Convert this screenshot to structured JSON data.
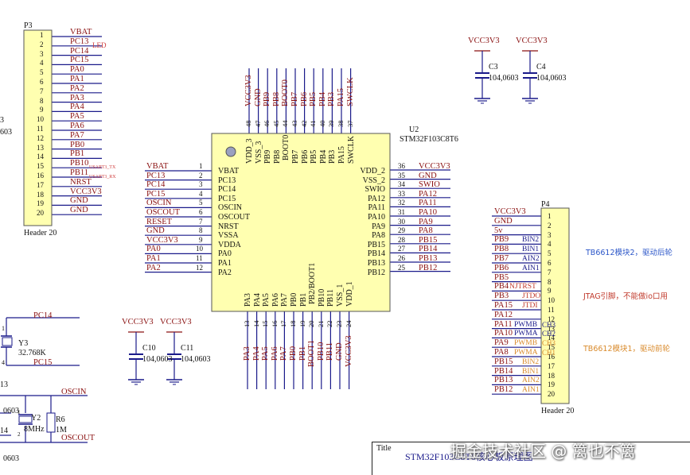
{
  "p3": {
    "designator": "P3",
    "footer": "Header 20",
    "pins": [
      "1",
      "2",
      "3",
      "4",
      "5",
      "6",
      "7",
      "8",
      "9",
      "10",
      "11",
      "12",
      "13",
      "14",
      "15",
      "16",
      "17",
      "18",
      "19",
      "20"
    ],
    "nets": [
      "VBAT",
      "PC13",
      "PC14",
      "PC15",
      "PA0",
      "PA1",
      "PA2",
      "PA3",
      "PA4",
      "PA5",
      "PA6",
      "PA7",
      "PB0",
      "PB1",
      "PB10",
      "PB11",
      "NRST",
      "VCC3V3",
      "GND",
      "GND"
    ],
    "led_tag": "LED",
    "uart_tx": "USART3_TX",
    "uart_rx": "USART3_RX"
  },
  "left_edge": {
    "a": "3",
    "b": "603"
  },
  "u2": {
    "designator": "U2",
    "part": "STM32F103C8T6",
    "left_pins": [
      {
        "num": "1",
        "name": "VBAT",
        "net": "VBAT"
      },
      {
        "num": "2",
        "name": "PC13",
        "net": "PC13"
      },
      {
        "num": "3",
        "name": "PC14",
        "net": "PC14"
      },
      {
        "num": "4",
        "name": "PC15",
        "net": "PC15"
      },
      {
        "num": "5",
        "name": "OSCIN",
        "net": "OSCIN"
      },
      {
        "num": "6",
        "name": "OSCOUT",
        "net": "OSCOUT"
      },
      {
        "num": "7",
        "name": "NRST",
        "net": "RESET"
      },
      {
        "num": "8",
        "name": "VSSA",
        "net": "GND"
      },
      {
        "num": "9",
        "name": "VDDA",
        "net": "VCC3V3"
      },
      {
        "num": "10",
        "name": "PA0",
        "net": "PA0"
      },
      {
        "num": "11",
        "name": "PA1",
        "net": "PA1"
      },
      {
        "num": "12",
        "name": "PA2",
        "net": "PA2"
      }
    ],
    "right_pins": [
      {
        "num": "36",
        "name": "VDD_2",
        "net": "VCC3V3"
      },
      {
        "num": "35",
        "name": "VSS_2",
        "net": "GND"
      },
      {
        "num": "34",
        "name": "SWIO",
        "net": "SWIO"
      },
      {
        "num": "33",
        "name": "PA12",
        "net": "PA12"
      },
      {
        "num": "32",
        "name": "PA11",
        "net": "PA11"
      },
      {
        "num": "31",
        "name": "PA10",
        "net": "PA10"
      },
      {
        "num": "30",
        "name": "PA9",
        "net": "PA9"
      },
      {
        "num": "29",
        "name": "PA8",
        "net": "PA8"
      },
      {
        "num": "28",
        "name": "PB15",
        "net": "PB15"
      },
      {
        "num": "27",
        "name": "PB14",
        "net": "PB14"
      },
      {
        "num": "26",
        "name": "PB13",
        "net": "PB13"
      },
      {
        "num": "25",
        "name": "PB12",
        "net": "PB12"
      }
    ],
    "top_pins": [
      {
        "num": "48",
        "name": "VDD_3",
        "net": "VCC3V3"
      },
      {
        "num": "47",
        "name": "VSS_3",
        "net": "GND"
      },
      {
        "num": "46",
        "name": "PB9",
        "net": "PB9"
      },
      {
        "num": "45",
        "name": "PB8",
        "net": "PB8"
      },
      {
        "num": "44",
        "name": "BOOT0",
        "net": "BOOT0"
      },
      {
        "num": "43",
        "name": "PB7",
        "net": "PB7"
      },
      {
        "num": "42",
        "name": "PB6",
        "net": "PB6"
      },
      {
        "num": "41",
        "name": "PB5",
        "net": "PB5"
      },
      {
        "num": "40",
        "name": "PB4",
        "net": "PB4"
      },
      {
        "num": "39",
        "name": "PB3",
        "net": "PB3"
      },
      {
        "num": "38",
        "name": "PA15",
        "net": "PA15"
      },
      {
        "num": "37",
        "name": "SWCLK",
        "net": "SWCLK"
      }
    ],
    "bottom_pins": [
      {
        "num": "13",
        "name": "PA3",
        "net": "PA3"
      },
      {
        "num": "14",
        "name": "PA4",
        "net": "PA4"
      },
      {
        "num": "15",
        "name": "PA5",
        "net": "PA5"
      },
      {
        "num": "16",
        "name": "PA6",
        "net": "PA6"
      },
      {
        "num": "17",
        "name": "PA7",
        "net": "PA7"
      },
      {
        "num": "18",
        "name": "PB0",
        "net": "PB0"
      },
      {
        "num": "19",
        "name": "PB1",
        "net": "PB1"
      },
      {
        "num": "20",
        "name": "PB2/BOOT1",
        "net": "BOOT1"
      },
      {
        "num": "21",
        "name": "PB10",
        "net": "PB10"
      },
      {
        "num": "22",
        "name": "PB11",
        "net": "PB11"
      },
      {
        "num": "23",
        "name": "VSS_1",
        "net": "GND"
      },
      {
        "num": "24",
        "name": "VDD_1",
        "net": "VCC3V3"
      }
    ]
  },
  "caps": [
    {
      "ref": "C3",
      "value": "104,0603",
      "rail": "VCC3V3"
    },
    {
      "ref": "C4",
      "value": "104,0603",
      "rail": "VCC3V3"
    },
    {
      "ref": "C10",
      "value": "104,0603",
      "rail": "VCC3V3"
    },
    {
      "ref": "C11",
      "value": "104,0603",
      "rail": "VCC3V3"
    }
  ],
  "p4": {
    "designator": "P4",
    "footer": "Header 20",
    "pins": [
      "1",
      "2",
      "3",
      "4",
      "5",
      "6",
      "7",
      "8",
      "9",
      "10",
      "11",
      "12",
      "13",
      "14",
      "15",
      "16",
      "17",
      "18",
      "19",
      "20"
    ],
    "nets": [
      "VCC3V3",
      "GND",
      "5v",
      "PB9",
      "PB8",
      "PB7",
      "PB6",
      "PB5",
      "PB4",
      "PB3",
      "PA15",
      "PA12",
      "PA11",
      "PA10",
      "PA9",
      "PA8",
      "PB15",
      "PB14",
      "PB13",
      "PB12"
    ],
    "funcs": [
      "",
      "",
      "",
      "BIN2",
      "BIN1",
      "AIN2",
      "AIN1",
      "",
      "NJTRST",
      "JTDO",
      "JTDI",
      "",
      "PWMB",
      "PWMA",
      "PWMB",
      "PWMA",
      "BIN2",
      "BIN1",
      "AIN2",
      "AIN1"
    ],
    "func_colors": [
      "#000",
      "#000",
      "#000",
      "#1a1a8a",
      "#1a1a8a",
      "#1a1a8a",
      "#1a1a8a",
      "#000",
      "#c0392b",
      "#c0392b",
      "#c0392b",
      "#000",
      "#1a1a8a",
      "#1a1a8a",
      "#d98a2b",
      "#d98a2b",
      "#d98a2b",
      "#d98a2b",
      "#d98a2b",
      "#d98a2b"
    ],
    "ch_tags": [
      "CH3",
      "CH2",
      "CH3",
      "CH1"
    ],
    "notes": [
      {
        "text": "TB6612模块2，驱动后轮",
        "color": "#2a55c8"
      },
      {
        "text": "JTAG引脚，不能做io口用",
        "color": "#c0392b"
      },
      {
        "text": "TB6612模块1，驱动前轮",
        "color": "#d98a2b"
      }
    ]
  },
  "y3": {
    "ref": "Y3",
    "value": "32.768K",
    "net_top": "PC14",
    "net_bottom": "PC15",
    "pin1": "1",
    "pin2": "4"
  },
  "y2": {
    "ref": "Y2",
    "value": "8MHz",
    "net_top": "OSCIN",
    "net_bottom": "OSCOUT",
    "pin1": "1",
    "pin2": "2",
    "left_a": "13",
    "left_b": "14",
    "left_val_a": "0603",
    "left_val_b": "0603"
  },
  "r6": {
    "ref": "R6",
    "value": "1M"
  },
  "title_block": {
    "label": "Title",
    "title": "STM32F103C8T6核心板原理图"
  },
  "watermark": "掘金技术社区 @ 篱也不篱",
  "colors": {
    "net": "#8a1010",
    "wire": "#1a1a8a",
    "body": "#ffffb0",
    "rail": "#8a1010"
  }
}
